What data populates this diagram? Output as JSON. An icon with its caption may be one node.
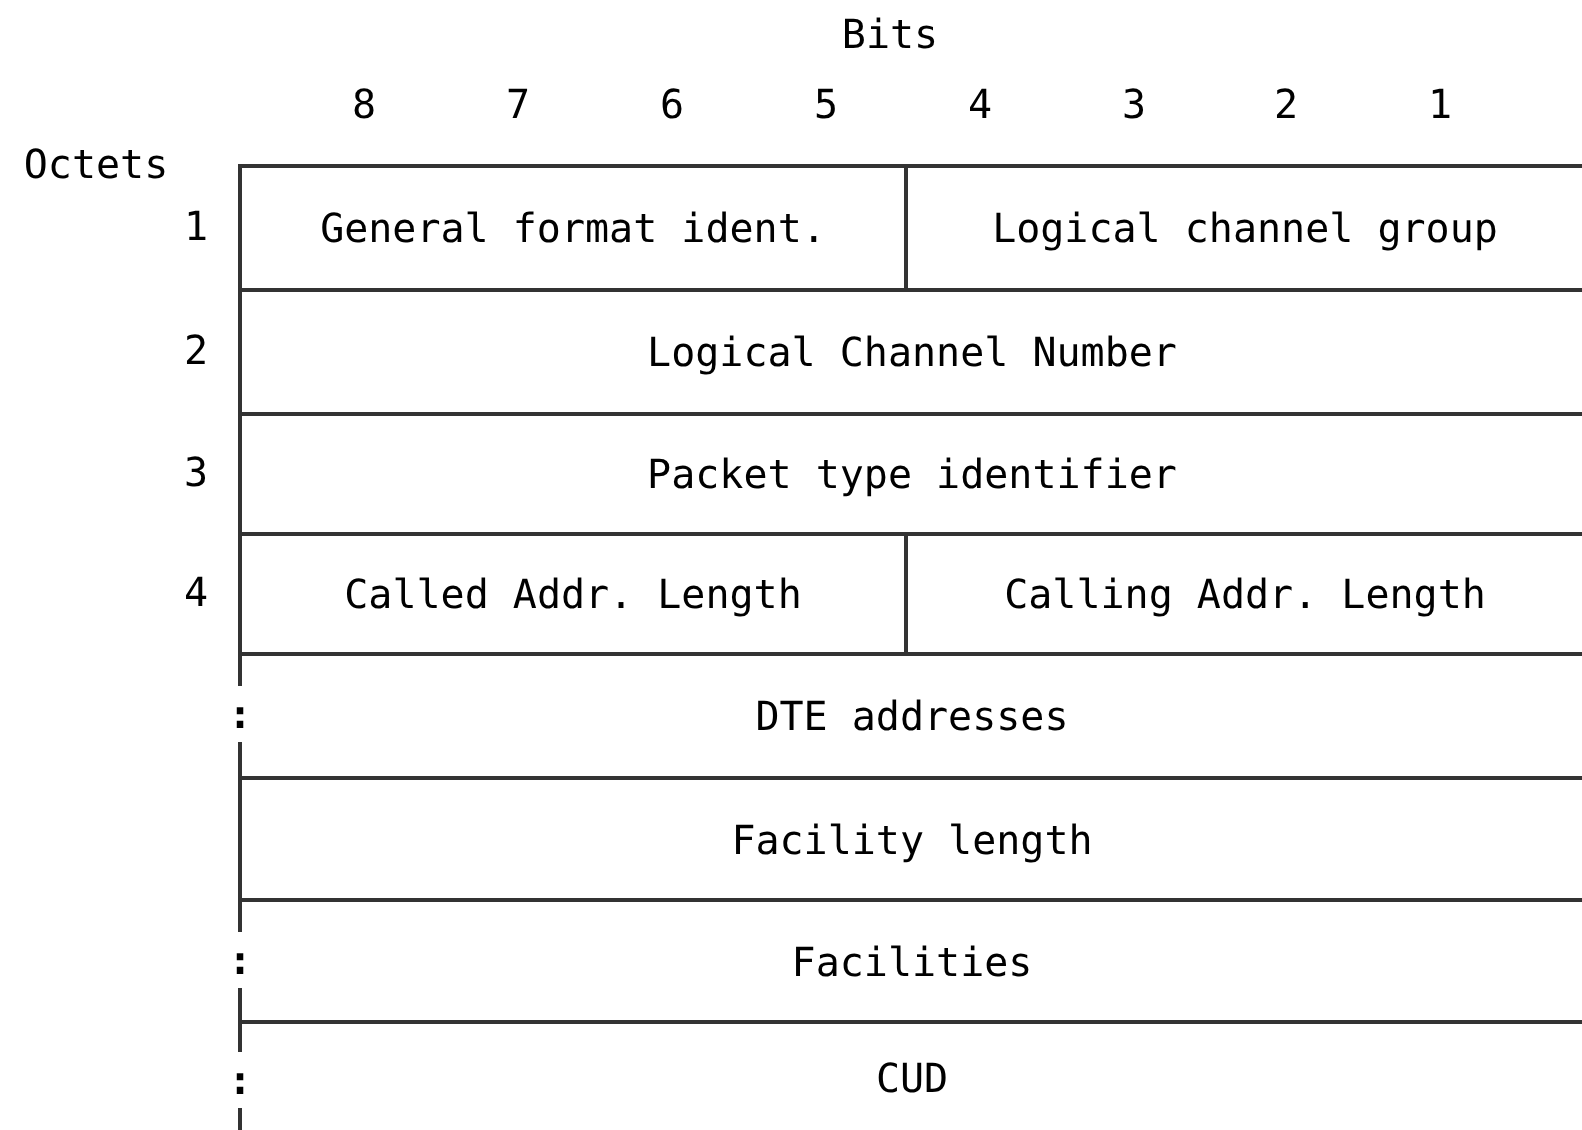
{
  "diagram": {
    "nodes": [
      {
        "text": [
          "General format ident."
        ]
      },
      {
        "text": [
          "Logical channel group"
        ]
      },
      {
        "text": [
          "Logical Channel Number"
        ]
      },
      {
        "text": [
          "Packet type identifier"
        ]
      },
      {
        "text": [
          "Called Addr. Length"
        ]
      },
      {
        "text": [
          "Calling Addr. Length"
        ]
      },
      {
        "text": [
          "DTE addresses"
        ]
      },
      {
        "text": [
          "Facility length"
        ]
      },
      {
        "text": [
          "Facilities"
        ]
      },
      {
        "text": [
          "CUD"
        ]
      }
    ],
    "labels": [
      "Bits",
      "8",
      "7",
      "6",
      "5",
      "4",
      "3",
      "2",
      "1",
      "Octets",
      "1",
      "2",
      "3",
      "4",
      ":",
      ":",
      ":"
    ]
  }
}
